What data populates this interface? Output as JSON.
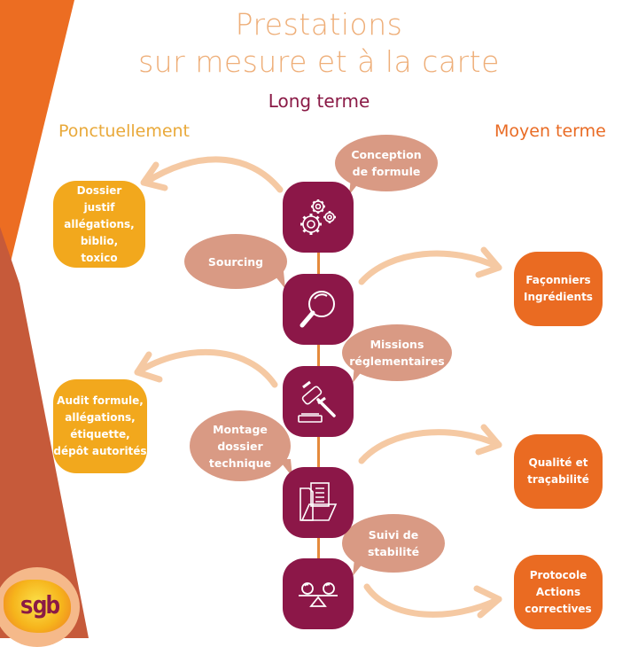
{
  "title": {
    "line1": "Prestations",
    "line2": "sur mesure et à la carte"
  },
  "columns": {
    "center": "Long terme",
    "left": "Ponctuellement",
    "right": "Moyen terme"
  },
  "colors": {
    "title": "#eeae78",
    "center_label": "#8a1a46",
    "left_label": "#e9a93a",
    "right_label": "#e96b24",
    "tile": "#8c1748",
    "bubble": "#d99a84",
    "left_box": "#f2a81d",
    "right_box": "#ea6b22",
    "arrow": "#f5c9a3",
    "band_orange": "#ec6d22",
    "band_rust": "#c65a3a"
  },
  "steps": [
    {
      "label": "Conception\nde formule",
      "icon": "gears-icon"
    },
    {
      "label": "Sourcing",
      "icon": "magnifier-icon"
    },
    {
      "label": "Missions\nréglementaires",
      "icon": "gavel-icon"
    },
    {
      "label": "Montage\ndossier\ntechnique",
      "icon": "folder-documents-icon"
    },
    {
      "label": "Suivi de\nstabilité",
      "icon": "balance-icon"
    }
  ],
  "left_boxes": [
    {
      "label": "Dossier\njustif\nallégations,\nbiblio,\ntoxico"
    },
    {
      "label": "Audit formule,\nallégations,\nétiquette,\ndépôt autorités"
    }
  ],
  "right_boxes": [
    {
      "label": "Façonniers\nIngrédients"
    },
    {
      "label": "Qualité et\ntraçabilité"
    },
    {
      "label": "Protocole\nActions\ncorrectives"
    }
  ],
  "logo": {
    "text": "sgb"
  }
}
